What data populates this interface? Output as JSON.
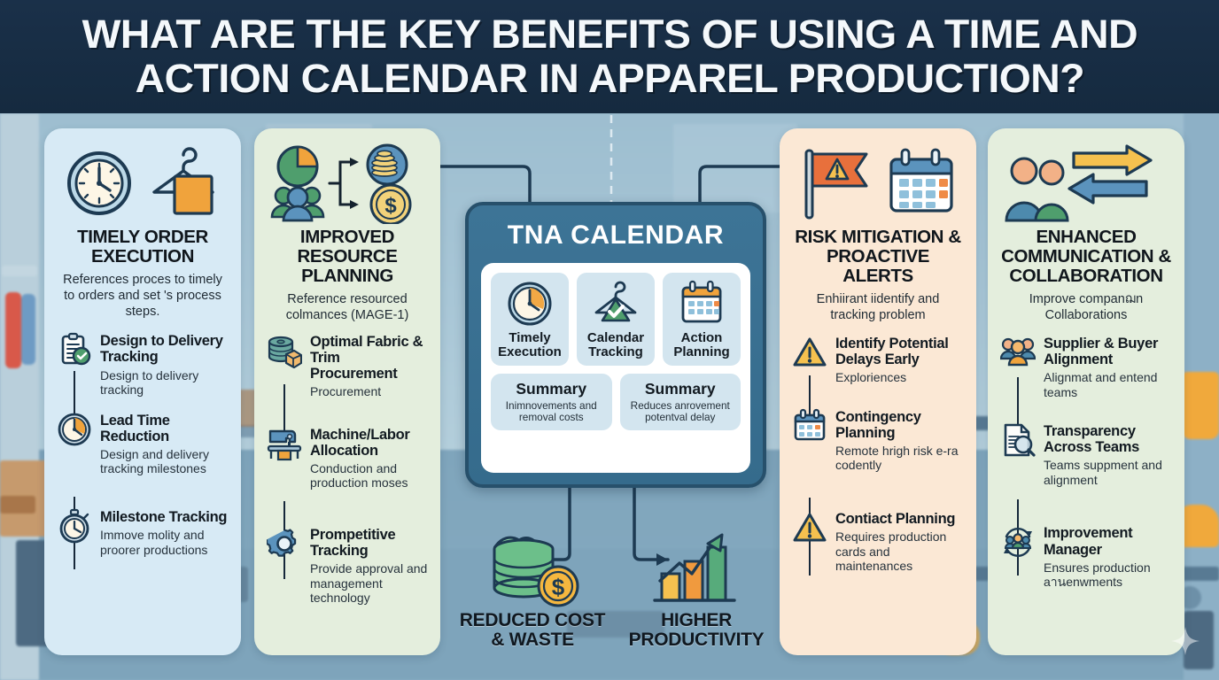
{
  "header": {
    "line1": "WHAT ARE THE KEY BENEFITS OF USING A TIME AND",
    "line2": "ACTION CALENDAR IN APPAREL PRODUCTION?"
  },
  "colors": {
    "header_band": "#152a3f",
    "card_blue": "#d7eaf5",
    "card_green": "#e4eedd",
    "card_peach": "#fbe8d5",
    "center_panel": "#3d7496",
    "connector": "#1d3a52",
    "accent_orange": "#f0a33c",
    "accent_green": "#4f9e6d",
    "accent_blue": "#4b86ad"
  },
  "columns": [
    {
      "id": "timely-order-execution",
      "theme": "blue",
      "icons": [
        "clock-icon",
        "hanger-garment-icon"
      ],
      "title": "TIMELY ORDER EXECUTION",
      "desc": "References proces to timely to orders and set 's process steps.",
      "items": [
        {
          "icon": "clipboard-check-icon",
          "heading": "Design to Delivery Tracking",
          "text": "Design to delivery tracking"
        },
        {
          "icon": "clock-progress-icon",
          "heading": "Lead Time Reduction",
          "text": "Design and delivery tracking milestones"
        },
        {
          "icon": "stopwatch-icon",
          "heading": "Milestone Tracking",
          "text": "Immove molity and proorer productions"
        }
      ]
    },
    {
      "id": "improved-resource-planning",
      "theme": "green",
      "icons": [
        "pie-chart-icon",
        "people-group-icon",
        "coin-stack-icon",
        "dollar-coin-icon"
      ],
      "title": "IMPROVED RESOURCE PLANNING",
      "desc": "Reference resourced colmances (MAGE-1)",
      "items": [
        {
          "icon": "fabric-roll-icon",
          "heading": "Optimal Fabric & Trim Procurement",
          "text": "Procurement"
        },
        {
          "icon": "sewing-machine-icon",
          "heading": "Machine/Labor Allocation",
          "text": "Conduction and production moses"
        },
        {
          "icon": "gear-icon",
          "heading": "Prompetitive Tracking",
          "text": "Provide approval and management technology"
        }
      ]
    },
    {
      "id": "risk-mitigation-proactive-alerts",
      "theme": "peach",
      "icons": [
        "warning-flag-icon",
        "calendar-icon"
      ],
      "title": "RISK MITIGATION & PROACTIVE ALERTS",
      "desc": "Enhiirant iidentify and tracking problem",
      "items": [
        {
          "icon": "warning-triangle-icon",
          "heading": "Identify Potential Delays Early",
          "text": "Exploriences"
        },
        {
          "icon": "calendar-icon",
          "heading": "Contingency Planning",
          "text": "Remote hrigh risk e-ra codently"
        },
        {
          "icon": "warning-triangle-icon",
          "heading": "Contiact Planning",
          "text": "Requires production cards and maintenances"
        }
      ]
    },
    {
      "id": "enhanced-communication-collaboration",
      "theme": "green",
      "icons": [
        "two-people-icon",
        "exchange-arrows-icon"
      ],
      "title": "ENHANCED COMMUNICATION & COLLABORATION",
      "desc": "Improve companฌn Collaborations",
      "items": [
        {
          "icon": "people-group-icon",
          "heading": "Supplier & Buyer Alignment",
          "text": "Alignmat and entend teams"
        },
        {
          "icon": "document-search-icon",
          "heading": "Transparency Across Teams",
          "text": "Teams suppment and alignment"
        },
        {
          "icon": "cycle-people-icon",
          "heading": "Improvement Manager",
          "text": "Ensures production aานenwments"
        }
      ]
    }
  ],
  "center": {
    "title": "TNA CALENDAR",
    "tiles": [
      {
        "icon": "clock-icon",
        "label": "Timely Execution"
      },
      {
        "icon": "hanger-check-icon",
        "label": "Calendar Tracking"
      },
      {
        "icon": "calendar-icon",
        "label": "Action Planning"
      }
    ],
    "summaries": [
      {
        "heading": "Summary",
        "text": "Inimnovements and removal costs"
      },
      {
        "heading": "Summary",
        "text": "Reduces anrovement potentval delay"
      }
    ]
  },
  "outcomes": [
    {
      "id": "reduced-cost-waste",
      "icon": "money-stack-dollar-icon",
      "label": "REDUCED COST & WASTE"
    },
    {
      "id": "higher-productivity",
      "icon": "growth-chart-icon",
      "label": "HIGHER PRODUCTIVITY"
    }
  ]
}
